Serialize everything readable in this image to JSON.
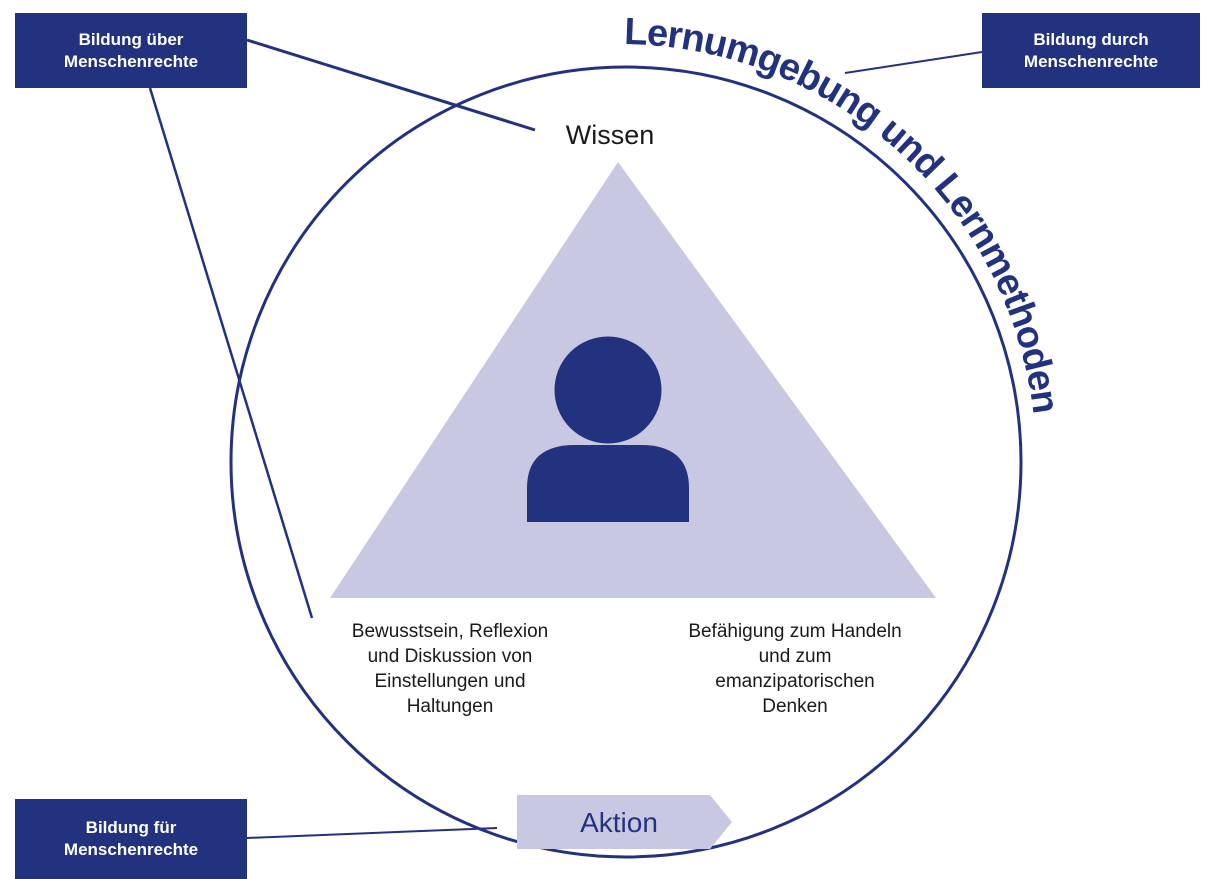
{
  "corner_boxes": {
    "ueber": {
      "line1": "Bildung über",
      "line2": "Menschenrechte"
    },
    "durch": {
      "line1": "Bildung durch",
      "line2": "Menschenrechte"
    },
    "fuer": {
      "line1": "Bildung für",
      "line2": "Menschenrechte"
    }
  },
  "arc_text": "Lernumgebung und Lernmethoden",
  "triangle": {
    "top": "Wissen",
    "bottom_left": [
      "Bewusstsein, Reflexion",
      "und Diskussion von",
      "Einstellungen und",
      "Haltungen"
    ],
    "bottom_right": [
      "Befähigung zum Handeln",
      "und zum",
      "emanzipatorischen",
      "Denken"
    ]
  },
  "action_label": "Aktion",
  "colors": {
    "dark_blue": "#23327f",
    "triangle_fill": "#c9c8e2",
    "line": "#23327f",
    "text": "#1a1a1a"
  },
  "icons": {
    "center": "person-icon"
  }
}
